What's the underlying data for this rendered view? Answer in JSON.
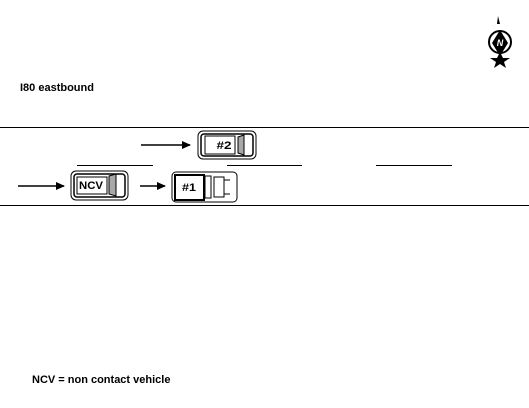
{
  "road_label": "I80 eastbound",
  "legend_text": "NCV = non contact vehicle",
  "compass": {
    "letter": "N",
    "icon": "north-compass-icon"
  },
  "vehicles": [
    {
      "id": "vehicle-2",
      "label": "#2",
      "type": "car"
    },
    {
      "id": "vehicle-ncv",
      "label": "NCV",
      "type": "car"
    },
    {
      "id": "vehicle-1",
      "label": "#1",
      "type": "pickup-truck"
    }
  ],
  "colors": {
    "ink": "#000000",
    "background": "#ffffff",
    "window_shade": "#a8a8a8"
  }
}
